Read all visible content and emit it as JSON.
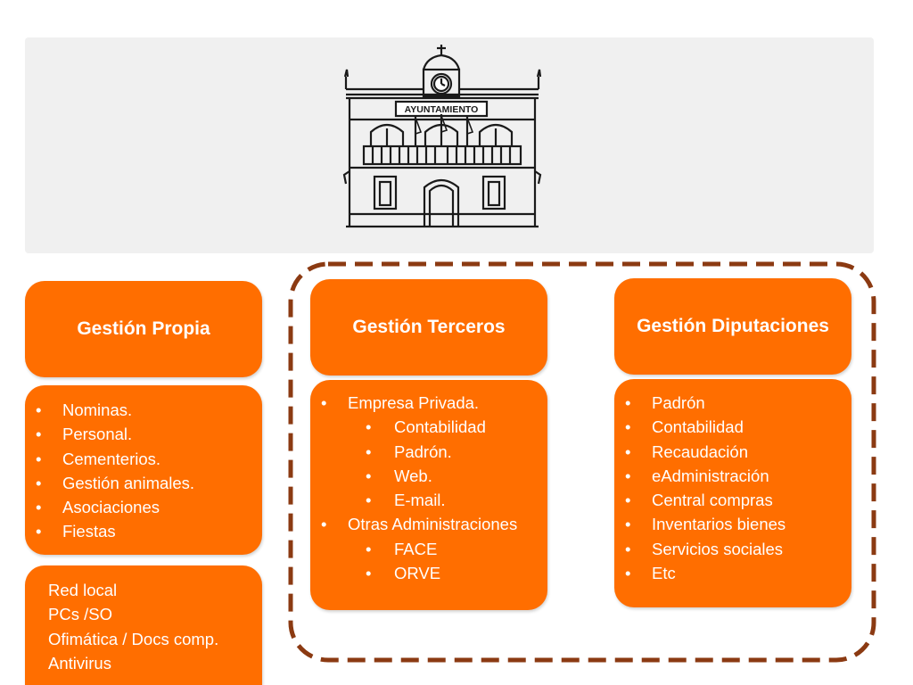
{
  "building": {
    "sign_text": "AYUNTAMIENTO"
  },
  "columns": [
    {
      "title": "Gestión Propia",
      "items": [
        {
          "text": "Nominas.",
          "level": 1
        },
        {
          "text": "Personal.",
          "level": 1
        },
        {
          "text": "Cementerios.",
          "level": 1
        },
        {
          "text": "Gestión animales.",
          "level": 1
        },
        {
          "text": "Asociaciones",
          "level": 1
        },
        {
          "text": "Fiestas",
          "level": 1
        }
      ],
      "extra_lines": [
        "Red local",
        "PCs /SO",
        "Ofimática / Docs comp.",
        "Antivirus"
      ]
    },
    {
      "title": "Gestión Terceros",
      "items": [
        {
          "text": "Empresa Privada.",
          "level": 1
        },
        {
          "text": "Contabilidad",
          "level": 2
        },
        {
          "text": "Padrón.",
          "level": 2
        },
        {
          "text": "Web.",
          "level": 2
        },
        {
          "text": "E-mail.",
          "level": 2
        },
        {
          "text": "Otras Administraciones",
          "level": 1
        },
        {
          "text": "FACE",
          "level": 2
        },
        {
          "text": "ORVE",
          "level": 2
        }
      ]
    },
    {
      "title": "Gestión Diputaciones",
      "items": [
        {
          "text": "Padrón",
          "level": 1
        },
        {
          "text": "Contabilidad",
          "level": 1
        },
        {
          "text": "Recaudación",
          "level": 1
        },
        {
          "text": "eAdministración",
          "level": 1
        },
        {
          "text": "Central compras",
          "level": 1
        },
        {
          "text": "Inventarios bienes",
          "level": 1
        },
        {
          "text": "Servicios sociales",
          "level": 1
        },
        {
          "text": "Etc",
          "level": 1
        }
      ]
    }
  ],
  "colors": {
    "box_fill": "#ff6e00",
    "frame_stroke": "#8b3a12",
    "header_band": "#f0f0f0"
  }
}
